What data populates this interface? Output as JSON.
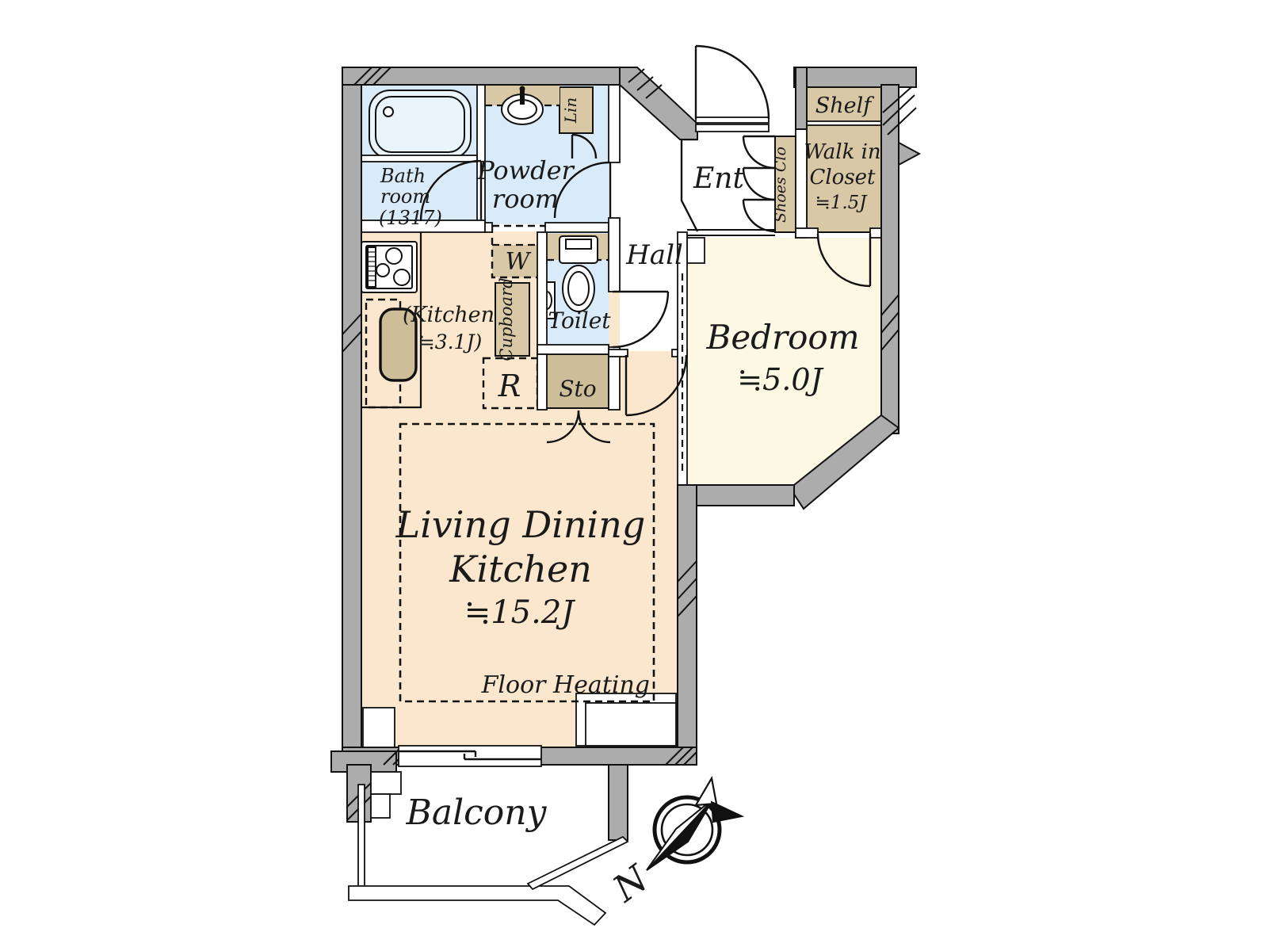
{
  "floorplan": {
    "rooms": {
      "ldk": {
        "line1": "Living Dining",
        "line2": "Kitchen",
        "size": "≒15.2J",
        "floor_heating": "Floor Heating"
      },
      "kitchen": {
        "line1": "(Kitchen",
        "line2": "≒3.1J)"
      },
      "bedroom": {
        "name": "Bedroom",
        "size": "≒5.0J"
      },
      "bathroom": {
        "line1": "Bath",
        "line2": "room",
        "line3": "(1317)"
      },
      "powder_room": {
        "line1": "Powder",
        "line2": "room"
      },
      "toilet": {
        "name": "Toilet"
      },
      "hall": {
        "name": "Hall"
      },
      "entrance": {
        "name": "Ent"
      },
      "walk_in_closet": {
        "line1": "Walk in",
        "line2": "Closet",
        "size": "≒1.5J"
      },
      "shelf": {
        "name": "Shelf"
      },
      "shoes_closet": {
        "name": "Shoes Clo"
      },
      "linen": {
        "name": "Lin"
      },
      "storage": {
        "name": "Sto"
      },
      "washer": {
        "name": "W"
      },
      "refrigerator": {
        "name": "R"
      },
      "cupboard": {
        "name": "Cupboard"
      },
      "balcony": {
        "name": "Balcony"
      }
    },
    "compass": {
      "north_label": "N"
    },
    "colors": {
      "wall": "#ACACAC",
      "water": "#D9EBF8",
      "fixture": "#EAF4FB",
      "tan": "#D8C8A6",
      "tan_dark": "#CDBD99",
      "bedroom": "#FCF8E3",
      "ldk": "#FBE7CD",
      "white": "#FFFFFF"
    }
  }
}
